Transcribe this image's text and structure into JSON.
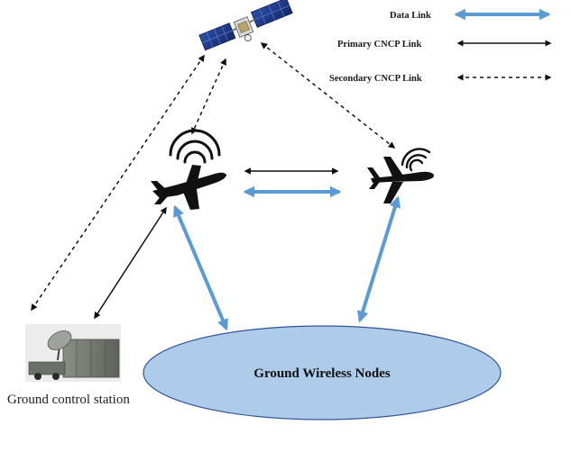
{
  "legend": {
    "data_link": "Data Link",
    "primary_link": "Primary CNCP Link",
    "secondary_link": "Secondary CNCP Link"
  },
  "nodes": {
    "ground_wireless_nodes": "Ground Wireless Nodes",
    "ground_control_station": "Ground control station"
  },
  "icons": [
    "satellite-icon",
    "aircraft-icon",
    "aircraft-icon",
    "ground-station-icon"
  ],
  "colors": {
    "data_link": "#5b9bd5",
    "ellipse_fill": "#aecbe9",
    "ellipse_stroke": "#2f5597",
    "solar_panel": "#1f3b86",
    "aircraft": "#111111"
  }
}
